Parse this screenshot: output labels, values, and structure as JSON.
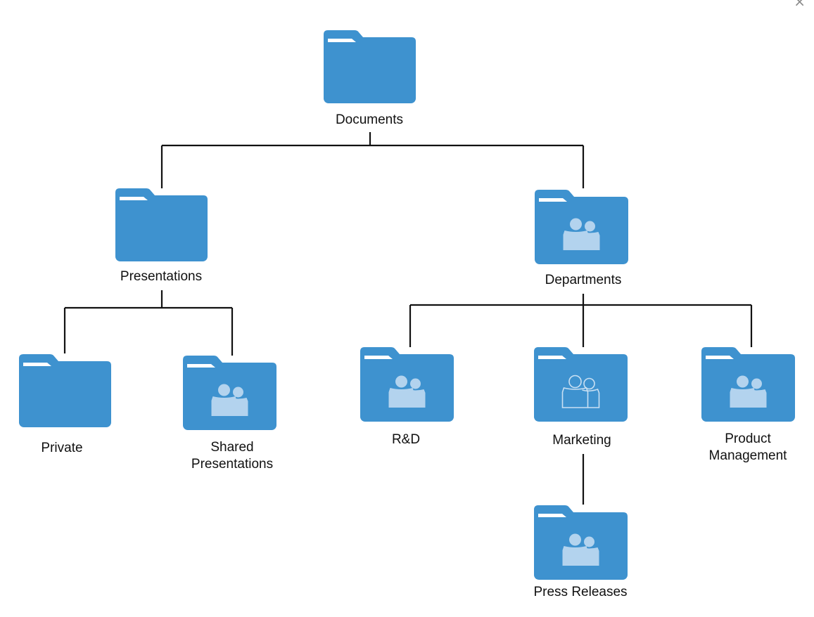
{
  "colors": {
    "folder": "#3e92cf",
    "folder_tab_stripe": "#ffffff",
    "people_solid": "#b3d3ee",
    "people_outline": "#c9e0f3",
    "connector": "#111111"
  },
  "close_icon": "close-icon",
  "nodes": {
    "documents": {
      "label": "Documents",
      "icon": "folder-icon"
    },
    "presentations": {
      "label": "Presentations",
      "icon": "folder-icon"
    },
    "departments": {
      "label": "Departments",
      "icon": "shared-folder-icon"
    },
    "private": {
      "label": "Private",
      "icon": "folder-icon"
    },
    "shared_presentations": {
      "label_line1": "Shared",
      "label_line2": "Presentations",
      "icon": "shared-folder-icon"
    },
    "rnd": {
      "label": "R&D",
      "icon": "shared-folder-icon"
    },
    "marketing": {
      "label": "Marketing",
      "icon": "shared-folder-outline-icon"
    },
    "product_management": {
      "label_line1": "Product",
      "label_line2": "Management",
      "icon": "shared-folder-icon"
    },
    "press_releases": {
      "label": "Press Releases",
      "icon": "shared-folder-icon"
    }
  },
  "edges": [
    [
      "documents",
      "presentations"
    ],
    [
      "documents",
      "departments"
    ],
    [
      "presentations",
      "private"
    ],
    [
      "presentations",
      "shared_presentations"
    ],
    [
      "departments",
      "rnd"
    ],
    [
      "departments",
      "marketing"
    ],
    [
      "departments",
      "product_management"
    ],
    [
      "marketing",
      "press_releases"
    ]
  ]
}
